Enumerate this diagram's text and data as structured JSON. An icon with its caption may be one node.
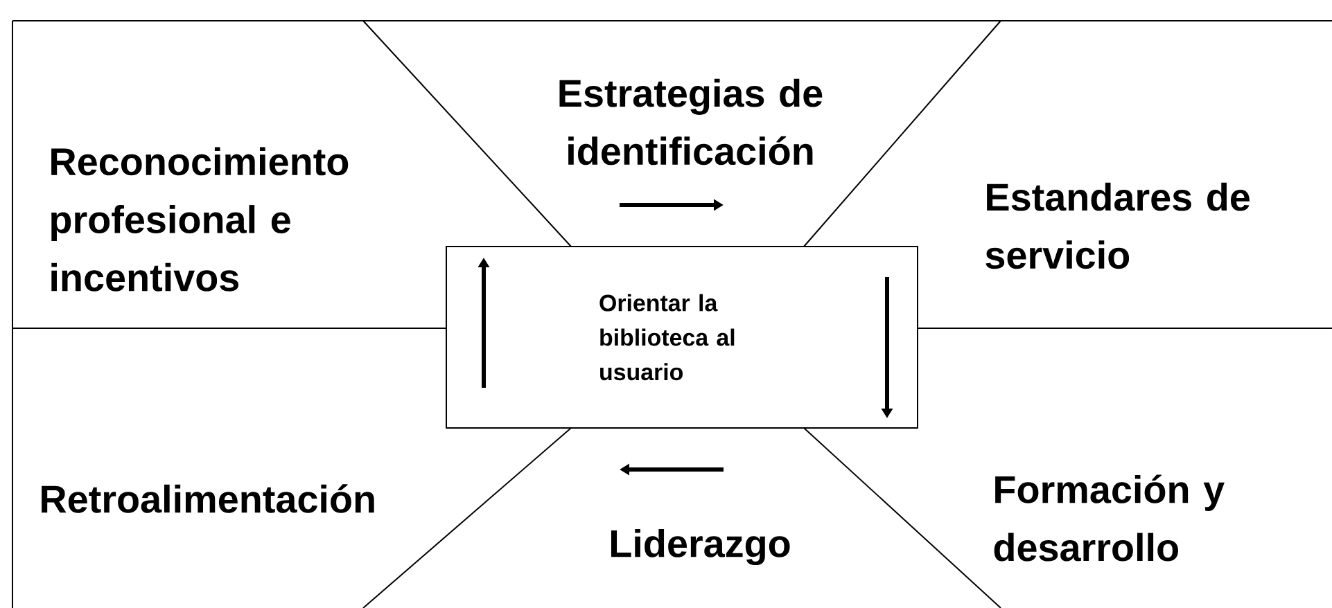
{
  "diagram": {
    "nodes": [
      {
        "text": [
          "Orientar la biblioteca al usuario"
        ]
      }
    ],
    "edges": [],
    "labels": [
      "Reconocimiento profesional e incentivos",
      "Estrategias de identificación",
      "Estandares de servicio",
      "Retroalimentación",
      "Liderazgo",
      "Formación y desarrollo"
    ]
  }
}
